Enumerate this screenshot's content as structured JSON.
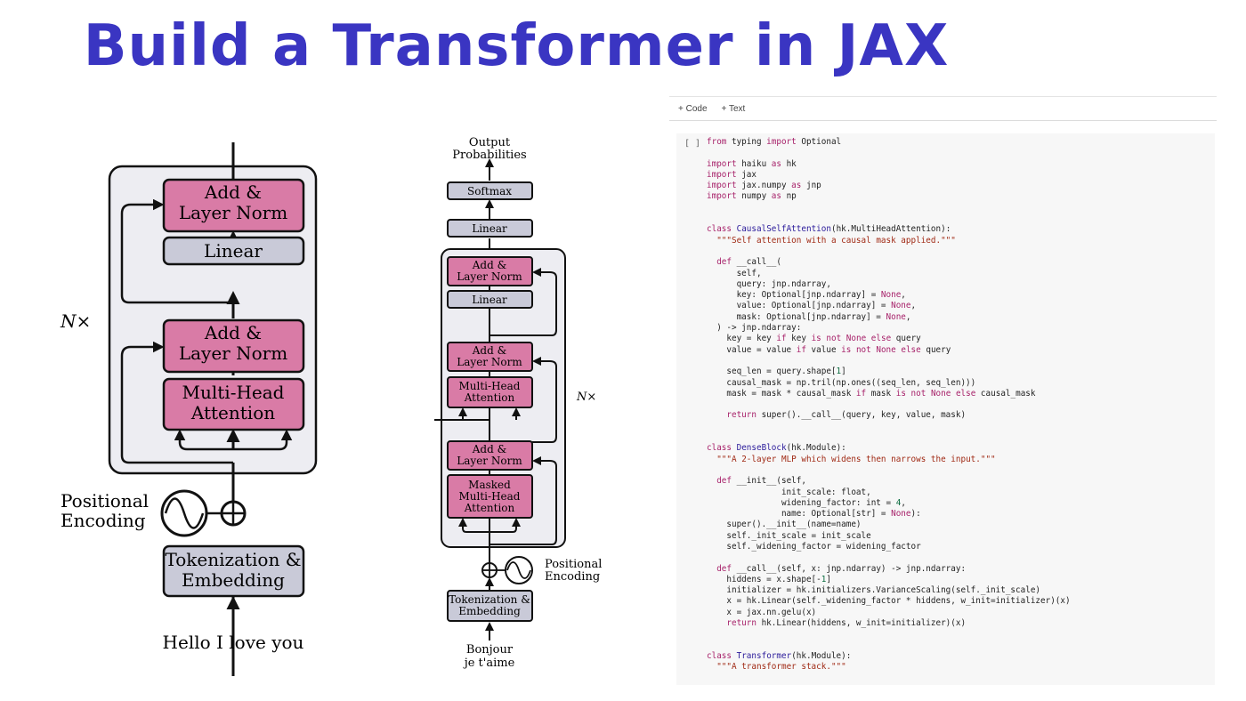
{
  "title": "Build a Transformer in JAX",
  "encoder": {
    "n_label": "N×",
    "add_norm": "Add &\nLayer Norm",
    "linear": "Linear",
    "mha": "Multi-Head\nAttention",
    "pos_enc": "Positional\nEncoding",
    "tok_emb": "Tokenization &\nEmbedding",
    "input": "Hello I love you"
  },
  "decoder": {
    "output": "Output\nProbabilities",
    "softmax": "Softmax",
    "linear": "Linear",
    "add_norm": "Add &\nLayer Norm",
    "mha": "Multi-Head\nAttention",
    "masked_mha": "Masked\nMulti-Head\nAttention",
    "n_label": "N×",
    "pos_enc": "Positional\nEncoding",
    "tok_emb": "Tokenization &\nEmbedding",
    "input": "Bonjour\nje t'aime"
  },
  "notebook": {
    "add_code": "+ Code",
    "add_text": "+ Text",
    "run_marker": "[ ]",
    "code": "from typing import Optional\n\nimport haiku as hk\nimport jax\nimport jax.numpy as jnp\nimport numpy as np\n\n\nclass CausalSelfAttention(hk.MultiHeadAttention):\n  \"\"\"Self attention with a causal mask applied.\"\"\"\n\n  def __call__(\n      self,\n      query: jnp.ndarray,\n      key: Optional[jnp.ndarray] = None,\n      value: Optional[jnp.ndarray] = None,\n      mask: Optional[jnp.ndarray] = None,\n  ) -> jnp.ndarray:\n    key = key if key is not None else query\n    value = value if value is not None else query\n\n    seq_len = query.shape[1]\n    causal_mask = np.tril(np.ones((seq_len, seq_len)))\n    mask = mask * causal_mask if mask is not None else causal_mask\n\n    return super().__call__(query, key, value, mask)\n\n\nclass DenseBlock(hk.Module):\n  \"\"\"A 2-layer MLP which widens then narrows the input.\"\"\"\n\n  def __init__(self,\n               init_scale: float,\n               widening_factor: int = 4,\n               name: Optional[str] = None):\n    super().__init__(name=name)\n    self._init_scale = init_scale\n    self._widening_factor = widening_factor\n\n  def __call__(self, x: jnp.ndarray) -> jnp.ndarray:\n    hiddens = x.shape[-1]\n    initializer = hk.initializers.VarianceScaling(self._init_scale)\n    x = hk.Linear(self._widening_factor * hiddens, w_init=initializer)(x)\n    x = jax.nn.gelu(x)\n    return hk.Linear(hiddens, w_init=initializer)(x)\n\n\nclass Transformer(hk.Module):\n  \"\"\"A transformer stack.\"\"\""
  },
  "colors": {
    "title": "#3a35c2",
    "pink_block": "#d97ba6",
    "gray_block": "#c9cad8",
    "stack_bg": "#ededf2"
  }
}
